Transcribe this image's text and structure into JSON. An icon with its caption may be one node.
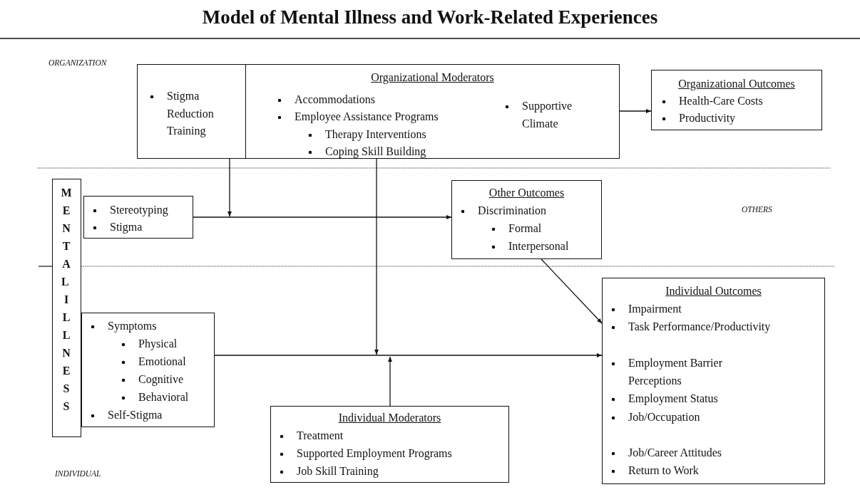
{
  "diagram": {
    "title": "Model of Mental Illness and Work-Related Experiences",
    "nodes": [
      {
        "text": [],
        "shape": "box"
      },
      {
        "text": [
          "Stigma Reduction Training"
        ],
        "in": 0
      },
      {
        "text": [
          "Organizational Moderators",
          "Accommodations",
          "Employee Assistance Programs",
          "Therapy Interventions",
          "Coping Skill Building",
          "Supportive Climate"
        ],
        "in": 0
      },
      {
        "text": [
          "Organizational Outcomes",
          "Health-Care Costs",
          "Productivity"
        ]
      },
      {
        "text": [
          "MENTAL ILLNESS"
        ]
      },
      {
        "text": [
          "Stereotyping",
          "Stigma"
        ]
      },
      {
        "text": [
          "Other Outcomes",
          "Discrimination",
          "Formal",
          "Interpersonal"
        ]
      },
      {
        "text": [
          "Symptoms",
          "Physical",
          "Emotional",
          "Cognitive",
          "Behavioral",
          "Self-Stigma"
        ]
      },
      {
        "text": [
          "Individual Outcomes",
          "Impairment",
          "Task Performance/Productivity",
          "Employment Barrier Perceptions",
          "Employment Status",
          "Job/Occupation",
          "Job/Career Attitudes",
          "Return to Work"
        ]
      },
      {
        "text": [
          "Individual Moderators",
          "Treatment",
          "Supported Employment Programs",
          "Job Skill Training"
        ]
      }
    ],
    "edges": [
      {
        "from": 0,
        "to": 3,
        "arrow": "to"
      },
      {
        "from": 1,
        "to": null,
        "arrow": "to"
      },
      {
        "from": 5,
        "to": 6,
        "arrow": "to"
      },
      {
        "from": 2,
        "to": null,
        "arrow": "to"
      },
      {
        "from": 6,
        "to": 8,
        "arrow": "to"
      },
      {
        "from": 7,
        "to": 8,
        "arrow": "to"
      },
      {
        "from": 9,
        "to": null,
        "arrow": "to"
      }
    ],
    "labels": [
      "ORGANIZATION",
      "OTHERS",
      "INDIVIDUAL"
    ]
  }
}
